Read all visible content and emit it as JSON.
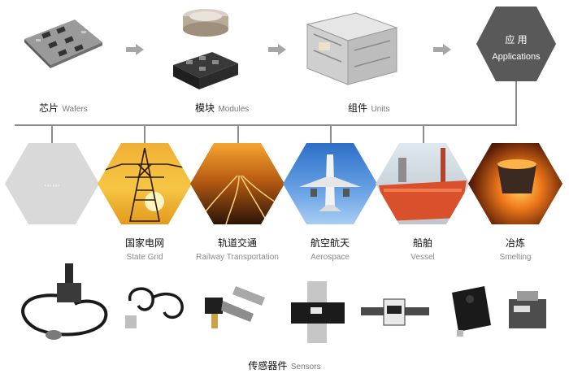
{
  "flow": {
    "wafers": {
      "zh": "芯片",
      "en": "Wafers"
    },
    "modules": {
      "zh": "模块",
      "en": "Modules"
    },
    "units": {
      "zh": "组件",
      "en": "Units"
    },
    "applications": {
      "zh": "应 用",
      "en": "Applications"
    }
  },
  "applications": [
    {
      "zh": "",
      "en": "",
      "placeholder": "......"
    },
    {
      "zh": "国家电网",
      "en": "State Grid"
    },
    {
      "zh": "轨道交通",
      "en": "Railway Transportation"
    },
    {
      "zh": "航空航天",
      "en": "Aerospace"
    },
    {
      "zh": "船舶",
      "en": "Vessel"
    },
    {
      "zh": "冶炼",
      "en": "Smelting"
    }
  ],
  "sensors": {
    "zh": "传感器件",
    "en": "Sensors"
  },
  "colors": {
    "line": "#8c8c8c",
    "arrow": "#a6a6a6",
    "hex_gray": "#d9d9d9",
    "app_hex": "#595959"
  }
}
